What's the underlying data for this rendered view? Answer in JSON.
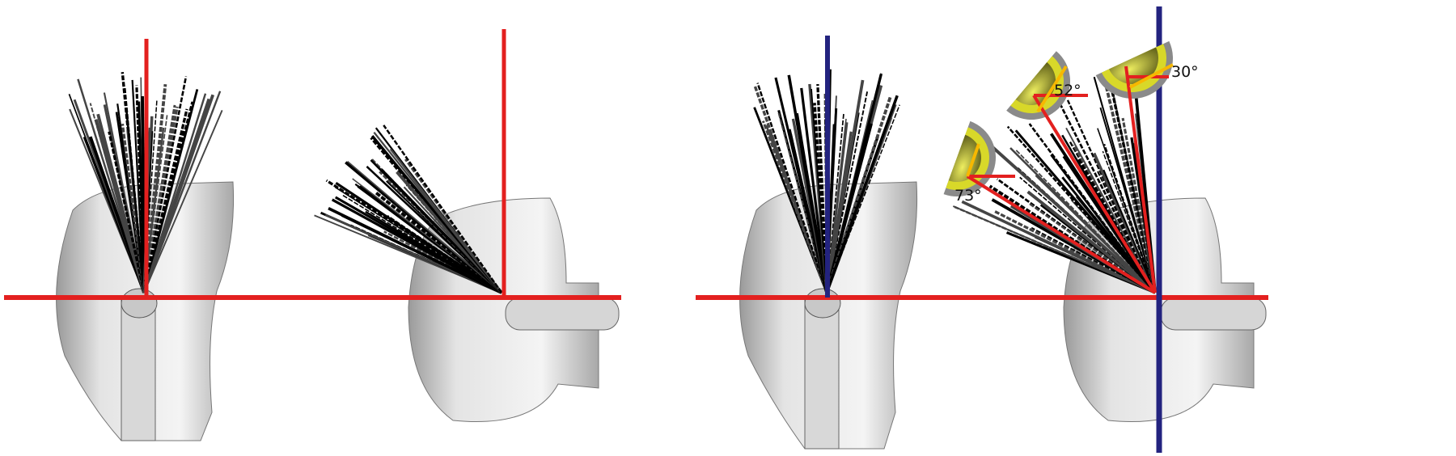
{
  "colors": {
    "reference_red": "#e3201f",
    "vertical_blue": "#23237f",
    "cup_yellow": "#d8d829",
    "cup_shell_gray": "#8a8a8a",
    "angle_orange": "#f7b800"
  },
  "angles": {
    "cup_1": "73°",
    "cup_2": "52°",
    "cup_3": "30°"
  }
}
